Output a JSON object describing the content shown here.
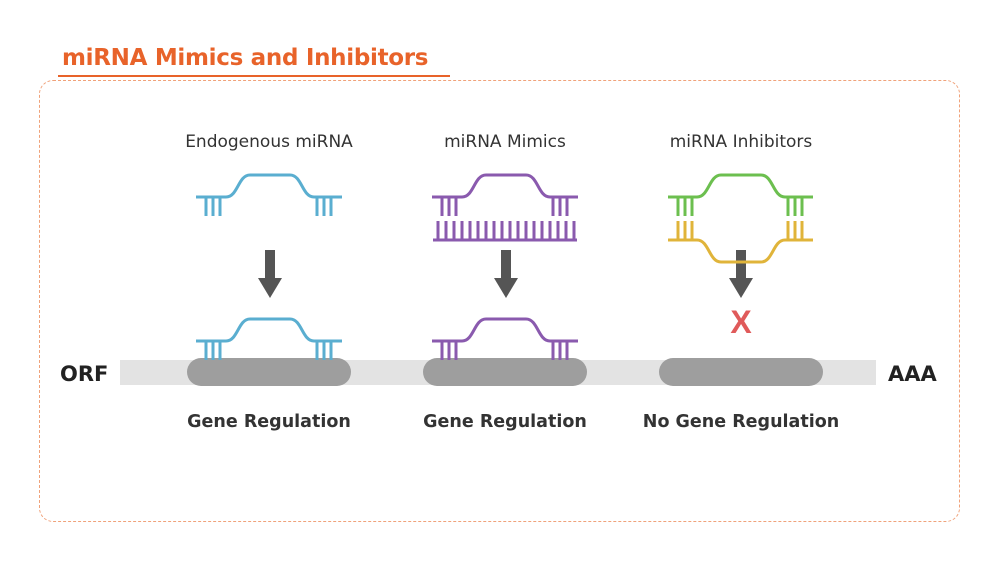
{
  "title": "miRNA Mimics and Inhibitors",
  "panels": [
    {
      "label": "Endogenous miRNA",
      "result": "Gene Regulation",
      "strand_color": "#5aaed0"
    },
    {
      "label": "miRNA Mimics",
      "result": "Gene Regulation",
      "strand_color": "#8a5aae"
    },
    {
      "label": "miRNA Inhibitors",
      "result": "No Gene Regulation",
      "strand_color": "#6cbf4f",
      "inhibitor_color": "#e0b43a"
    }
  ],
  "mrna": {
    "left_label": "ORF",
    "right_label": "AAA"
  },
  "block_symbol": "X",
  "colors": {
    "title": "#e8632a",
    "frame": "#f0a27a",
    "arrow": "#555555",
    "mrna_line": "#e3e3e3",
    "complex": "#9e9e9e",
    "block": "#e05a5a"
  }
}
